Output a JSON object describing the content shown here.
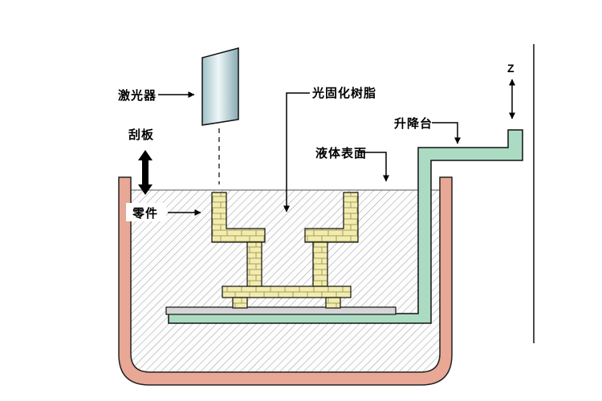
{
  "labels": {
    "laser": "激光器",
    "scraper": "刮板",
    "resin": "光固化树脂",
    "surface": "液体表面",
    "platform": "升降台",
    "part": "零件",
    "z_axis": "Z"
  },
  "colors": {
    "tank_wall": "#e9a795",
    "platform_green": "#abdcc3",
    "part_yellow": "#f2edae",
    "plate_gray": "#d6d6d6",
    "hatch_line": "#9a9a9a",
    "laser_mid": "#eef7f8",
    "laser_edge": "#86aab1"
  }
}
